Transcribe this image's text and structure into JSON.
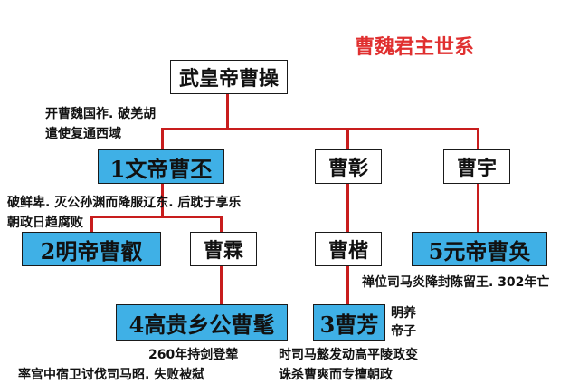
{
  "title": "曹魏君主世系",
  "colors": {
    "line": "#c81d1d",
    "title": "#e03030",
    "blue_box": "#3fb0e6"
  },
  "nodes": {
    "cao_cao": "武皇帝曹操",
    "cao_pi": "1文帝曹丕",
    "cao_zhang": "曹彰",
    "cao_yu": "曹宇",
    "cao_rui": "2明帝曹叡",
    "cao_lin": "曹霖",
    "cao_kai": "曹楷",
    "cao_huan": "5元帝曹奂",
    "cao_mao": "4高贵乡公曹髦",
    "cao_fang": "3曹芳"
  },
  "notes": {
    "cao_cao_line1": "开曹魏国祚. 破羌胡",
    "cao_cao_line2": "遣使复通西域",
    "cao_pi_line1": "破鲜卑. 灭公孙渊而降服辽东. 后耽于享乐",
    "cao_pi_line2": "朝政日趋腐败",
    "cao_huan": "禅位司马炎降封陈留王. 302年亡",
    "cao_fang_line1": "明养",
    "cao_fang_line2": "帝子",
    "cao_mao_line1": "260年持剑登辇",
    "cao_mao_line2": "率宫中宿卫讨伐司马昭. 失败被弑",
    "cao_fang_event_line1": "时司马懿发动高平陵政变",
    "cao_fang_event_line2": "诛杀曹爽而专擅朝政"
  }
}
